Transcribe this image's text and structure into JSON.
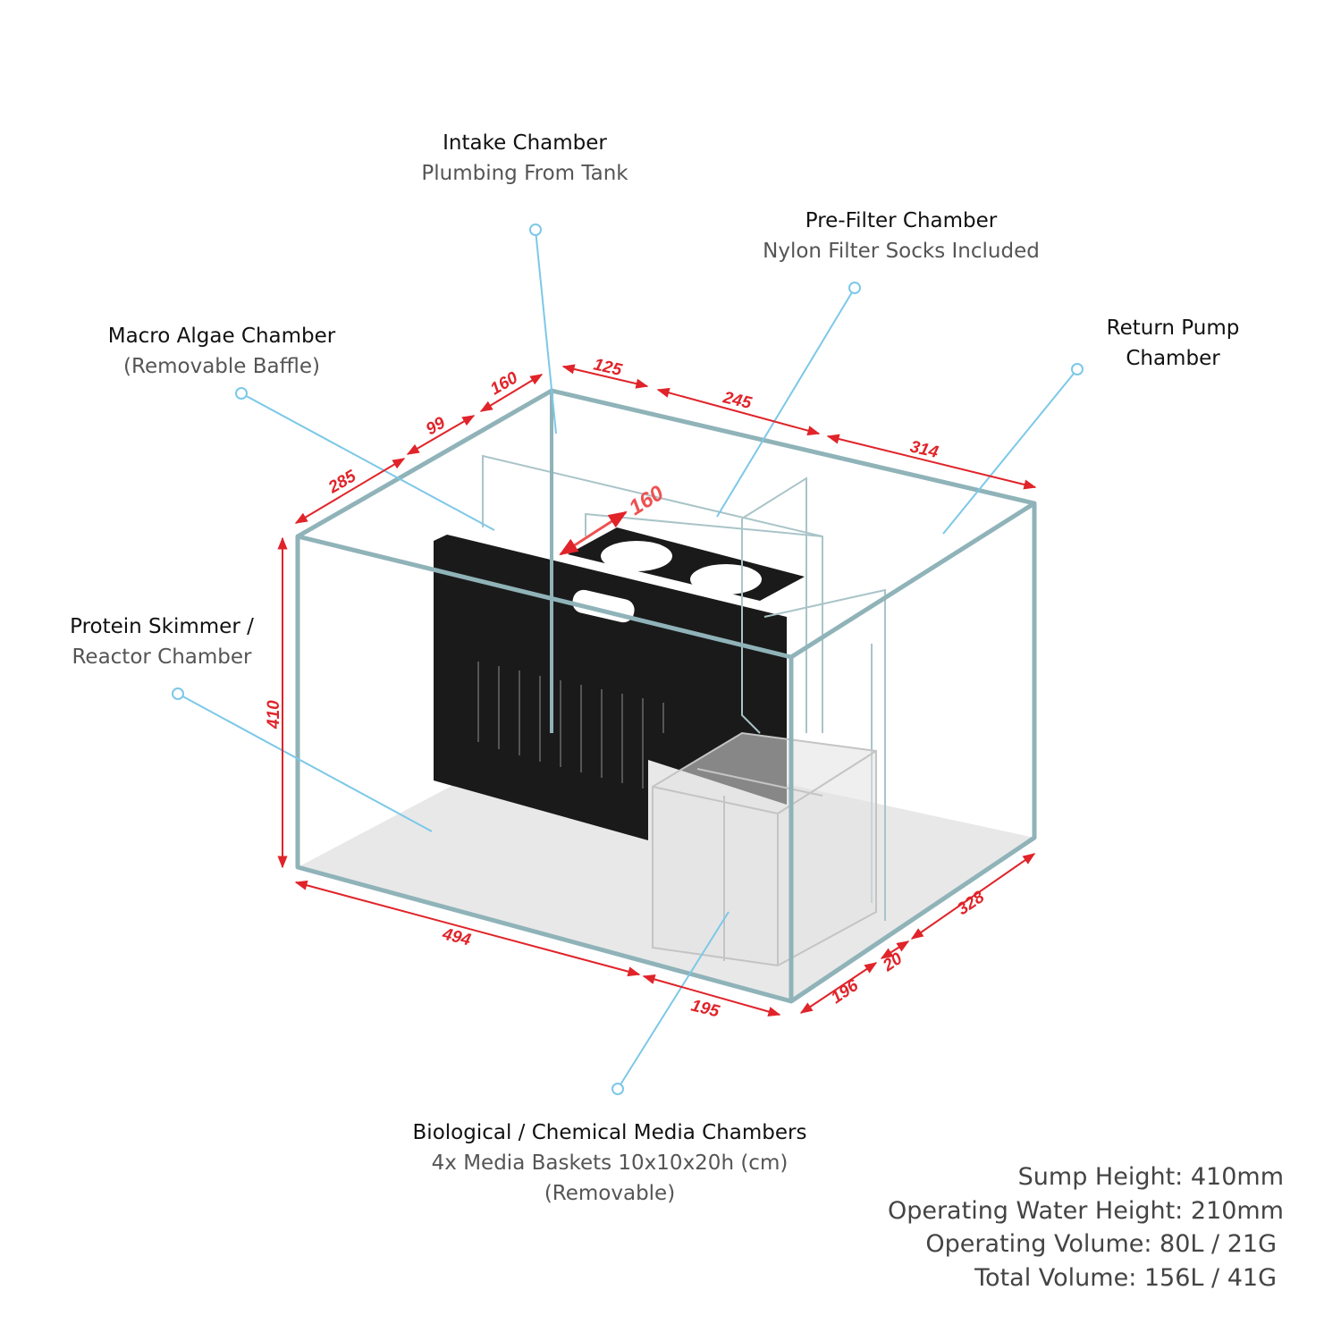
{
  "callouts": {
    "intake": {
      "title": "Intake Chamber",
      "sub": "Plumbing From Tank"
    },
    "prefilter": {
      "title": "Pre-Filter Chamber",
      "sub": "Nylon Filter Socks Included"
    },
    "macro": {
      "title": "Macro Algae Chamber",
      "sub": "(Removable Baffle)"
    },
    "return": {
      "title": "Return Pump",
      "sub": "Chamber"
    },
    "skimmer": {
      "title": "Protein Skimmer /",
      "sub": "Reactor Chamber"
    },
    "media": {
      "title": "Biological / Chemical Media Chambers",
      "sub": "4x Media Baskets 10x10x20h (cm)",
      "sub2": "(Removable)"
    }
  },
  "dimensions": {
    "left_285": "285",
    "left_99": "99",
    "left_160": "160",
    "top_125": "125",
    "top_245": "245",
    "top_314": "314",
    "height_410": "410",
    "sock_160": "160",
    "front_494": "494",
    "front_195": "195",
    "right_196": "196",
    "right_20": "20",
    "right_328": "328"
  },
  "specs": [
    "Sump Height:  410mm",
    "Operating Water Height:  210mm",
    "Operating Volume:  80L / 21G",
    "Total Volume: 156L / 41G"
  ],
  "colors": {
    "glass": "#8fb3b8",
    "dimension": "#e0242a",
    "leader": "#7cc8e8"
  }
}
